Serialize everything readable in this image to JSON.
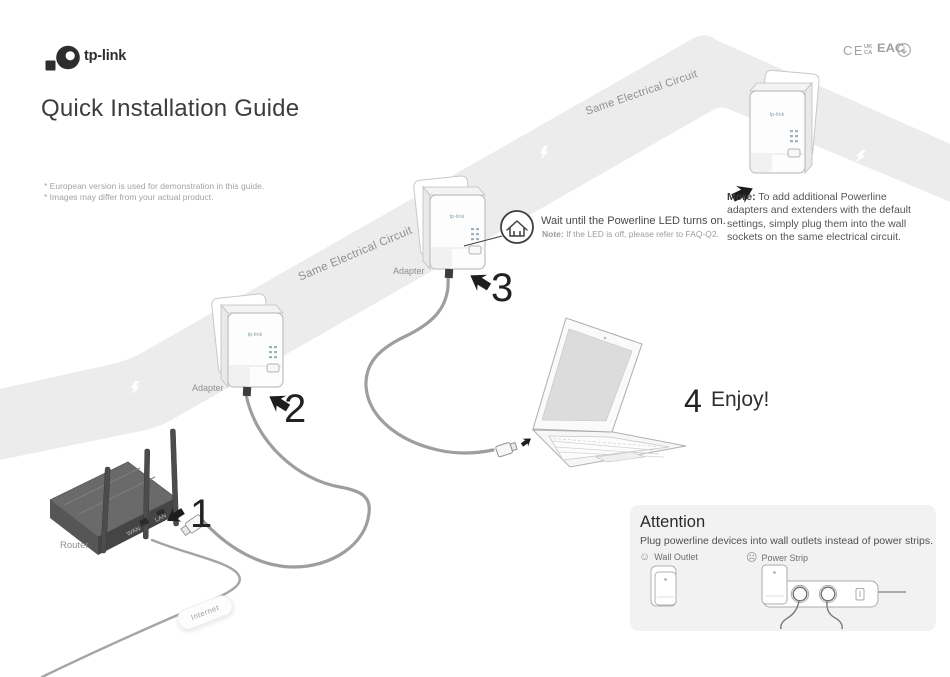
{
  "header": {
    "brand": "tp-link",
    "title": "Quick Installation Guide",
    "footnote1": "* European version is used for demonstration in this guide.",
    "footnote2": "* Images may differ from your actual product.",
    "certs": {
      "ce": "CE",
      "uk": "UK",
      "ca": "CA",
      "eac": "EAC"
    }
  },
  "band": {
    "label_lower": "Same Electrical Circuit",
    "label_upper": "Same Electrical Circuit"
  },
  "labels": {
    "adapter2": "Adapter",
    "adapter3": "Adapter",
    "router": "Router",
    "wan": "WAN",
    "lan": "LAN",
    "internet": "Internet",
    "device_logo": "tp-link"
  },
  "steps": {
    "n1": "1",
    "n2": "2",
    "n3": "3",
    "n4": "4",
    "enjoy": "Enjoy!"
  },
  "callout": {
    "text": "Wait until the Powerline LED turns on.",
    "note_label": "Note:",
    "note_text": " If the LED is off, please refer to FAQ-Q2."
  },
  "more": {
    "label": "More:",
    "text": "  To add additional Powerline adapters and extenders with the default settings, simply plug them into the wall sockets on the same electrical circuit."
  },
  "attention": {
    "title": "Attention",
    "body": "Plug powerline devices into wall outlets instead of power strips.",
    "good_icon": "☺",
    "good_label": "Wall Outlet",
    "bad_icon": "☹",
    "bad_label": "Power Strip"
  },
  "colors": {
    "band": "#ececec",
    "ink": "#1f1f1f",
    "gray_text": "#8f8f8f"
  }
}
